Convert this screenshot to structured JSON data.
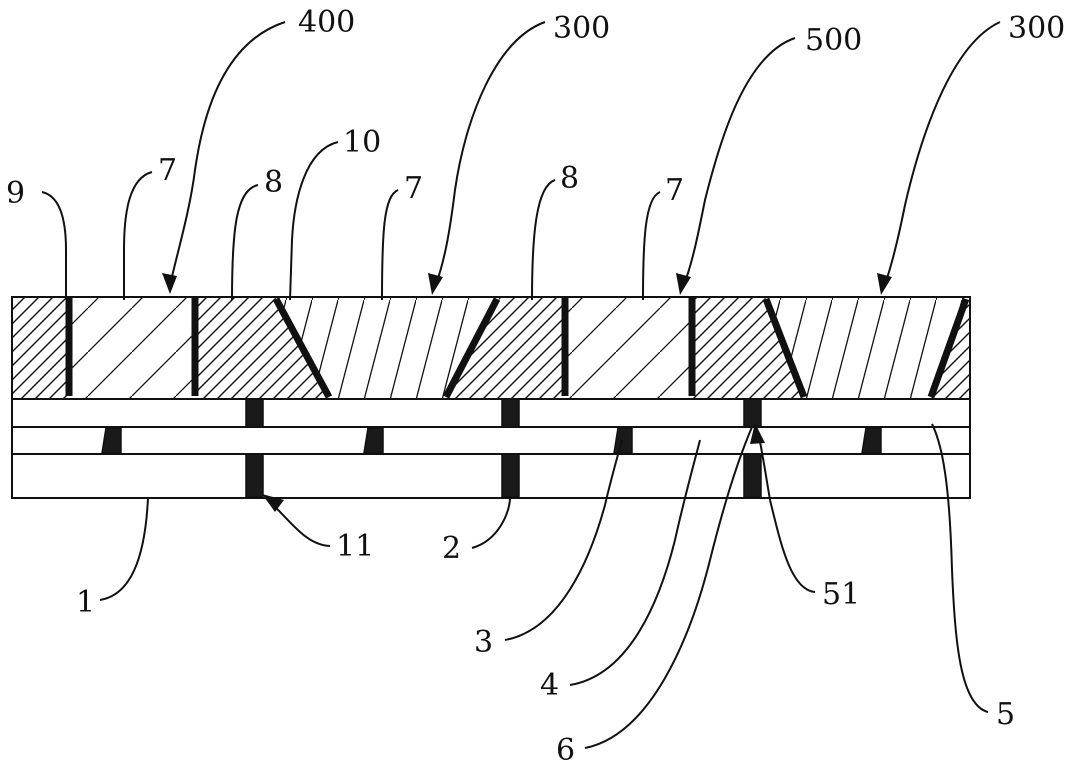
{
  "labels": {
    "l400": "400",
    "l300a": "300",
    "l500": "500",
    "l300b": "300",
    "l9": "9",
    "l7a": "7",
    "l8a": "8",
    "l10": "10",
    "l7b": "7",
    "l8b": "8",
    "l7c": "7",
    "l1": "1",
    "l11": "11",
    "l2": "2",
    "l3": "3",
    "l4": "4",
    "l6": "6",
    "l51": "51",
    "l5": "5"
  },
  "colors": {
    "ink": "#111111",
    "paper": "#ffffff"
  }
}
